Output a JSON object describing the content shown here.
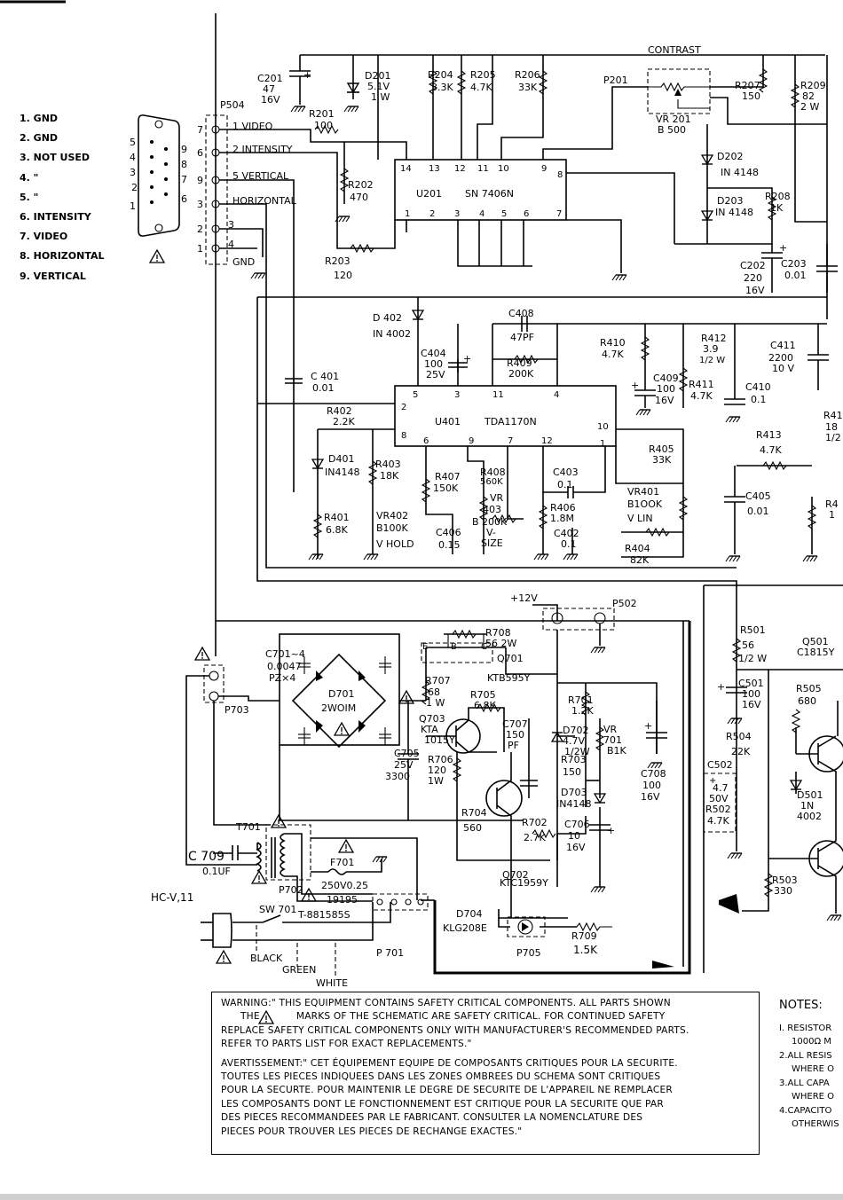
{
  "connector_pinout": [
    "1.  GND",
    "2.  GND",
    "3.  NOT USED",
    "4.       \"",
    "5.       \"",
    "6.  INTENSITY",
    "7.  VIDEO",
    "8.  HORIZONTAL",
    "9.  VERTICAL"
  ],
  "connector": {
    "left_pins": [
      "5",
      "4",
      "3",
      "2",
      "1"
    ],
    "right_pins": [
      "9",
      "8",
      "7",
      "6"
    ],
    "header": "P504",
    "signals": [
      "1 VIDEO",
      "2 INTENSITY",
      "5 VERTICAL",
      "HORIZONTAL",
      "3",
      "4",
      "GND"
    ],
    "pin_nums": [
      "7",
      "6",
      "9",
      "3",
      "2",
      "1"
    ]
  },
  "labels": {
    "contrast": "CONTRAST",
    "c201": [
      "C201",
      "47",
      "16V"
    ],
    "d201": [
      "D201",
      "5.1V",
      "1 W"
    ],
    "r201": [
      "R201",
      "100"
    ],
    "r202": [
      "R202",
      "470"
    ],
    "r203": [
      "R203",
      "120"
    ],
    "r204": [
      "R204",
      "3.3K"
    ],
    "r205": [
      "R205",
      "4.7K"
    ],
    "r206": [
      "R206",
      "33K"
    ],
    "p201": "P201",
    "vr201": [
      "VR 201",
      "B 500"
    ],
    "r207": [
      "R207",
      "150"
    ],
    "r209": [
      "R209",
      "82",
      "2 W"
    ],
    "d202": [
      "D202",
      "IN 4148"
    ],
    "d203": [
      "D203",
      "IN 4148"
    ],
    "r208": [
      "R208",
      "1K"
    ],
    "c202": [
      "C202",
      "220",
      "16V"
    ],
    "c203": [
      "C203",
      "0.01"
    ],
    "u201": [
      "U201",
      "SN 7406N"
    ],
    "u201_top": [
      "14",
      "13",
      "12",
      "11",
      "10",
      "9",
      "8"
    ],
    "u201_bot": [
      "1",
      "2",
      "3",
      "4",
      "5",
      "6",
      "7"
    ],
    "d402": [
      "D 402",
      "IN 4002"
    ],
    "c408": [
      "C408",
      "47PF"
    ],
    "c404": [
      "C404",
      "100",
      "25V"
    ],
    "r409": [
      "R409",
      "200K"
    ],
    "r410": [
      "R410",
      "4.7K"
    ],
    "r412": [
      "R412",
      "3.9",
      "1/2 W"
    ],
    "c411": [
      "C411",
      "2200",
      "10 V"
    ],
    "c409": [
      "C409",
      "100",
      "16V"
    ],
    "r411": [
      "R411",
      "4.7K"
    ],
    "c410": [
      "C410",
      "0.1"
    ],
    "u401": [
      "U401",
      "TDA1170N"
    ],
    "u401_top": [
      "5",
      "3",
      "11",
      "4"
    ],
    "u401_side": [
      "2",
      "8",
      "10",
      "1"
    ],
    "u401_bot": [
      "6",
      "9",
      "7",
      "12"
    ],
    "c401": [
      "C 401",
      "0.01"
    ],
    "r402": [
      "R402",
      "2.2K"
    ],
    "d401": [
      "D401",
      "IN4148"
    ],
    "r403": [
      "R403",
      "18K"
    ],
    "r407": [
      "R407",
      "150K"
    ],
    "r408": [
      "R408",
      "560K"
    ],
    "vr403": [
      "VR",
      "403",
      "B 200K",
      "V-",
      "SIZE"
    ],
    "c403": [
      "C403",
      "0.1"
    ],
    "r406": [
      "R406",
      "1.8M"
    ],
    "c402": [
      "C402",
      "0.1"
    ],
    "vr401": [
      "VR401",
      "B1OOK",
      "V LIN"
    ],
    "r405": [
      "R405",
      "33K"
    ],
    "r404": [
      "R404",
      "82K"
    ],
    "r413": [
      "R413",
      "4.7K"
    ],
    "c405": [
      "C405",
      "0.01"
    ],
    "r401": [
      "R401",
      "6.8K"
    ],
    "vr402": [
      "VR402",
      "B100K",
      "V HOLD"
    ],
    "c406": [
      "C406",
      "0.15"
    ],
    "plus12": "+12V",
    "p502": "P502",
    "r708": [
      "R708",
      "56  2W"
    ],
    "ebc": [
      "E",
      "B",
      "C"
    ],
    "q701": [
      "Q701",
      "KTB595Y"
    ],
    "c701": [
      "C701~4",
      "0.0047",
      "PZ×4"
    ],
    "d701": [
      "D701",
      "2WOIM"
    ],
    "p703": "P703",
    "r707": [
      "R707",
      "68",
      "1 W"
    ],
    "r705": [
      "R705",
      "6.8K"
    ],
    "q703": [
      "Q703",
      "KTA",
      "1015Y"
    ],
    "c707": [
      "C707",
      "150",
      "PF"
    ],
    "r701": [
      "R701",
      "1.2K"
    ],
    "d702": [
      "D702",
      "4.7V",
      "1/2W"
    ],
    "vr701": [
      "VR",
      "701",
      "B1K"
    ],
    "r703": [
      "R703",
      "150"
    ],
    "c705": [
      "C705",
      "25V",
      "3300"
    ],
    "r706": [
      "R706",
      "120",
      "1W"
    ],
    "d703": [
      "D703",
      "IN4148"
    ],
    "c708": [
      "C708",
      "100",
      "16V"
    ],
    "r704": [
      "R704",
      "560"
    ],
    "r702": [
      "R702",
      "2.7K"
    ],
    "c706": [
      "C706",
      "10",
      "16V"
    ],
    "t701": "T701",
    "c709": [
      "C 709",
      "0.1UF"
    ],
    "f701": [
      "F701",
      "250V0.25"
    ],
    "p702": "P702",
    "ref19195": "19195",
    "q702": [
      "Q702",
      "KTC1959Y"
    ],
    "hcv": "HC-V,11",
    "sw701": [
      "SW 701",
      "T-881585S"
    ],
    "d704": [
      "D704",
      "KLG208E"
    ],
    "p705": "P705",
    "r709": [
      "R709",
      "1.5K"
    ],
    "black": "BLACK",
    "green": "GREEN",
    "white": "WHITE",
    "p701": "P 701",
    "r501": [
      "R501",
      "56",
      "1/2 W"
    ],
    "q501": [
      "Q501",
      "C1815Y"
    ],
    "c501": [
      "C501",
      "100",
      "16V"
    ],
    "r505": [
      "R505",
      "680"
    ],
    "r504": [
      "R504",
      "22K"
    ],
    "c502": [
      "C502",
      "4.7",
      "50V"
    ],
    "r502": [
      "R502",
      "4.7K"
    ],
    "d501": [
      "D501",
      "1N",
      "4002"
    ],
    "r503": [
      "R503",
      "330"
    ],
    "cut_labels": [
      "R41",
      "18",
      "1/2",
      "R4",
      "1"
    ]
  },
  "warning": {
    "p1_a": "WARNING:\" THIS EQUIPMENT CONTAINS SAFETY CRITICAL COMPONENTS.  ALL PARTS SHOWN",
    "p1_b_pre": "THE",
    "p1_b_post": "MARKS  OF THE SCHEMATIC ARE SAFETY CRITICAL.  FOR CONTINUED SAFETY",
    "p1_c": "REPLACE SAFETY CRITICAL COMPONENTS ONLY WITH MANUFACTURER'S RECOMMENDED PARTS.",
    "p1_d": "REFER TO PARTS LIST FOR EXACT REPLACEMENTS.\"",
    "p2_a": "AVERTISSEMENT:\" CET ÉQUIPEMENT EQUIPE DE COMPOSANTS  CRITIQUES POUR LA SECURITE.",
    "p2_b": "TOUTES LES PIECES  INDIQUEES DANS LES ZONES OMBREES DU SCHEMA SONT CRITIQUES",
    "p2_c": "POUR LA SECURTE.  POUR MAINTENIR LE DEGRE DE SECURITE DE L'APPAREIL  NE REMPLACER",
    "p2_d": "LES COMPOSANTS DONT LE FONCTIONNEMENT EST CRITIQUE POUR LA SECURITE QUE PAR",
    "p2_e": "DES PIECES RECOMMANDEES PAR LE FABRICANT. CONSULTER LA NOMENCLATURE DES",
    "p2_f": "PIECES POUR  TROUVER LES PIECES DE RECHANGE EXACTES.\""
  },
  "notes": {
    "title": "NOTES:",
    "n1a": "I. RESISTOR",
    "n1b": "1000Ω  M",
    "n2a": "2.ALL RESIS",
    "n2b": "WHERE O",
    "n3a": "3.ALL CAPA",
    "n3b": "WHERE O",
    "n4a": "4.CAPACITO",
    "n4b": "OTHERWIS"
  }
}
